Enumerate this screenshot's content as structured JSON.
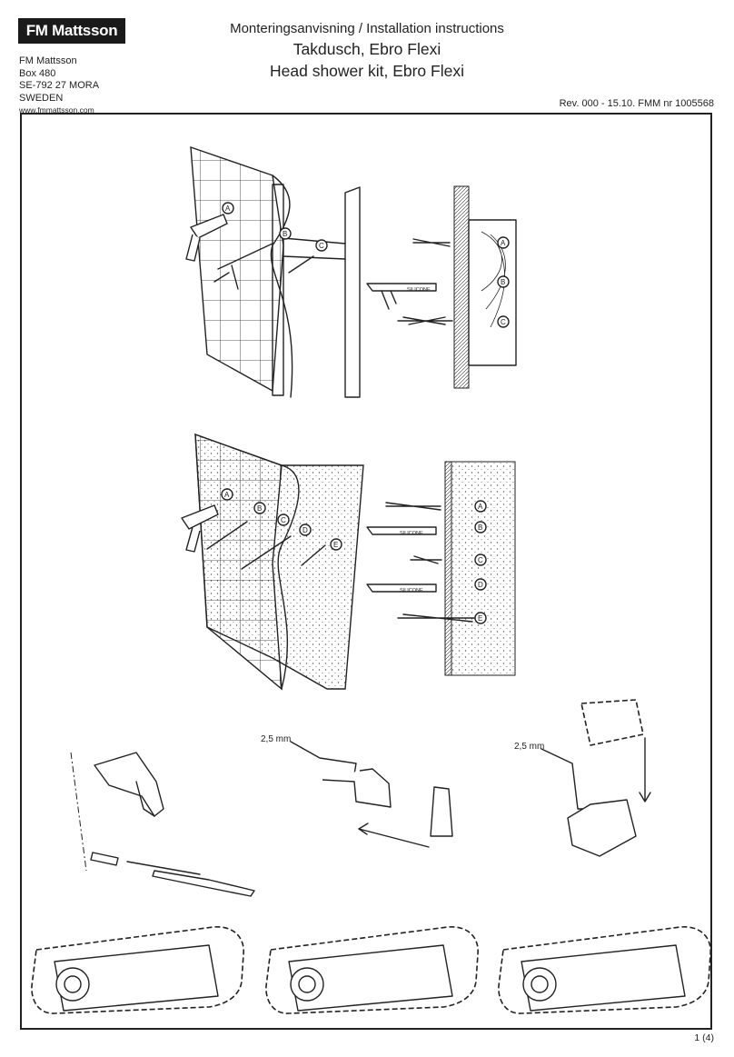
{
  "header": {
    "logo_text": "FM Mattsson",
    "address": {
      "company": "FM Mattsson",
      "box": "Box 480",
      "postal": "SE-792 27 MORA",
      "country": "SWEDEN",
      "website": "www.fmmattsson.com"
    },
    "title_line1": "Monteringsanvisning / Installation instructions",
    "title_line2": "Takdusch, Ebro Flexi",
    "title_line3": "Head shower kit, Ebro Flexi",
    "revision": "Rev. 000 - 15.10. FMM nr 1005568"
  },
  "illustrations": {
    "step1_labels": [
      "A",
      "B",
      "C"
    ],
    "step1_detail_labels": [
      "A",
      "B",
      "C"
    ],
    "step2_labels": [
      "A",
      "B",
      "C",
      "D",
      "E"
    ],
    "step2_detail_labels": [
      "A",
      "B",
      "C",
      "D",
      "E"
    ],
    "silicone_text": "SILICONE",
    "hex_key_size_1": "2,5 mm",
    "hex_key_size_2": "2,5 mm"
  },
  "footer": {
    "page": "1  (4)"
  }
}
